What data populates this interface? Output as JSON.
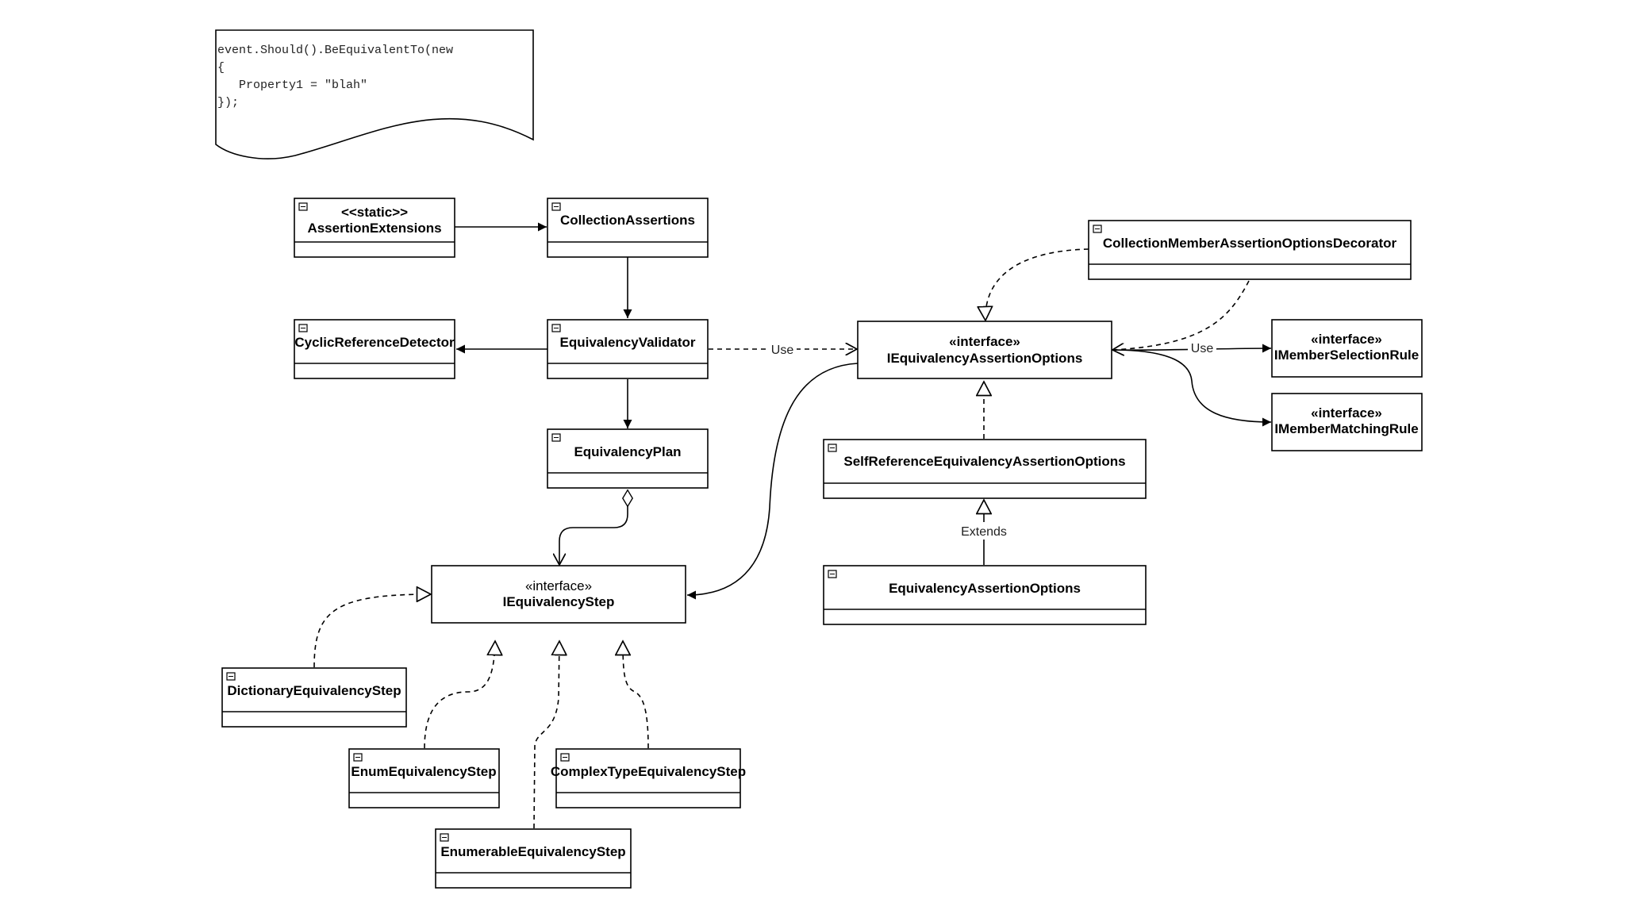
{
  "note": {
    "lines": [
      "event.Should().BeEquivalentTo(new",
      "{",
      "   Property1 = \"blah\"",
      "});"
    ]
  },
  "classes": {
    "assertion_extensions": {
      "stereotype": "<<static>>",
      "name": "AssertionExtensions"
    },
    "collection_assertions": {
      "name": "CollectionAssertions"
    },
    "cyclic_reference_detector": {
      "name": "CyclicReferenceDetector"
    },
    "equivalency_validator": {
      "name": "EquivalencyValidator"
    },
    "equivalency_plan": {
      "name": "EquivalencyPlan"
    },
    "iequivalency_step": {
      "stereotype": "«interface»",
      "name": "IEquivalencyStep"
    },
    "dictionary_equivalency_step": {
      "name": "DictionaryEquivalencyStep"
    },
    "enum_equivalency_step": {
      "name": "EnumEquivalencyStep"
    },
    "complex_type_equivalency_step": {
      "name": "ComplexTypeEquivalencyStep"
    },
    "enumerable_equivalency_step": {
      "name": "EnumerableEquivalencyStep"
    },
    "collection_member_decorator": {
      "name": "CollectionMemberAssertionOptionsDecorator"
    },
    "iequivalency_assertion_options": {
      "stereotype": "«interface»",
      "name": "IEquivalencyAssertionOptions"
    },
    "imember_selection_rule": {
      "stereotype": "«interface»",
      "name": "IMemberSelectionRule"
    },
    "imember_matching_rule": {
      "stereotype": "«interface»",
      "name": "IMemberMatchingRule"
    },
    "self_reference_options": {
      "name": "SelfReferenceEquivalencyAssertionOptions"
    },
    "equivalency_assertion_options": {
      "name": "EquivalencyAssertionOptions"
    }
  },
  "edge_labels": {
    "validator_uses_options": "Use",
    "options_uses_rules": "Use",
    "extends": "Extends"
  }
}
